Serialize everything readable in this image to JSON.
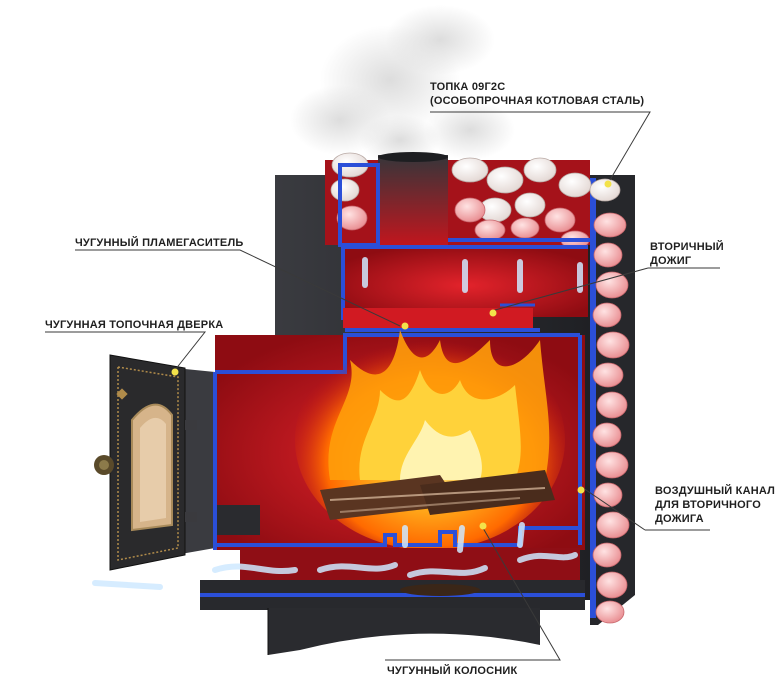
{
  "callouts": {
    "firebox": {
      "line1": "ТОПКА 09Г2С",
      "line2": "(ОСОБОПРОЧНАЯ КОТЛОВАЯ СТАЛЬ)"
    },
    "flame_damper": {
      "text": "ЧУГУННЫЙ ПЛАМЕГАСИТЕЛЬ"
    },
    "secondary_burn": {
      "line1": "ВТОРИЧНЫЙ",
      "line2": "ДОЖИГ"
    },
    "door": {
      "text": "ЧУГУННАЯ ТОПОЧНАЯ ДВЕРКА"
    },
    "air_channel": {
      "line1": "ВОЗДУШНЫЙ КАНАЛ",
      "line2": "ДЛЯ ВТОРИЧНОГО",
      "line3": "ДОЖИГА"
    },
    "grate": {
      "text": "ЧУГУННЫЙ КОЛОСНИК"
    }
  },
  "colors": {
    "steel": "#2e2f33",
    "chamber_red": "#b3111a",
    "accent_blue": "#2b4fd8",
    "stone": "#f0a8a8",
    "flame": "#ff8a00",
    "leader": "#3a3a3a",
    "marker": "#f3e24a"
  }
}
